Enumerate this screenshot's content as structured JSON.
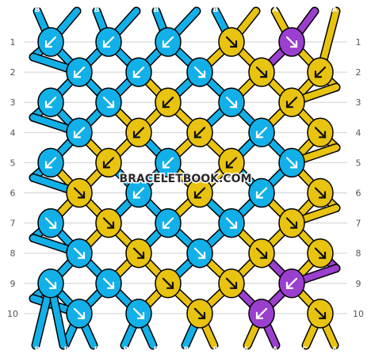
{
  "pattern": {
    "top_strands": [
      "B",
      "B",
      "B",
      "B",
      "B",
      "B",
      "B",
      "A",
      "A",
      "C",
      "A",
      "A"
    ],
    "bottom_strands": [
      "B",
      "B",
      "B",
      "B",
      "B",
      "B",
      "B",
      "A",
      "A",
      "C",
      "A",
      "A"
    ],
    "rows": [
      "1",
      "2",
      "3",
      "4",
      "5",
      "6",
      "7",
      "8",
      "9",
      "10"
    ],
    "knots": [
      [
        {
          "c": "B",
          "d": "sw"
        },
        {
          "c": "B",
          "d": "sw"
        },
        {
          "c": "B",
          "d": "sw"
        },
        {
          "c": "A",
          "d": "se"
        },
        {
          "c": "C",
          "d": "se"
        }
      ],
      [
        {
          "c": "B",
          "d": "sw"
        },
        {
          "c": "B",
          "d": "sw"
        },
        {
          "c": "B",
          "d": "se"
        },
        {
          "c": "A",
          "d": "se"
        },
        {
          "c": "A",
          "d": "sw"
        }
      ],
      [
        {
          "c": "B",
          "d": "sw"
        },
        {
          "c": "B",
          "d": "se"
        },
        {
          "c": "A",
          "d": "sw"
        },
        {
          "c": "B",
          "d": "se"
        },
        {
          "c": "A",
          "d": "sw"
        }
      ],
      [
        {
          "c": "B",
          "d": "sw"
        },
        {
          "c": "A",
          "d": "sw"
        },
        {
          "c": "A",
          "d": "sw"
        },
        {
          "c": "B",
          "d": "sw"
        },
        {
          "c": "A",
          "d": "se"
        }
      ],
      [
        {
          "c": "B",
          "d": "sw"
        },
        {
          "c": "A",
          "d": "sw"
        },
        {
          "c": "B",
          "d": "sw"
        },
        {
          "c": "A",
          "d": "sw"
        },
        {
          "c": "B",
          "d": "se"
        }
      ],
      [
        {
          "c": "A",
          "d": "se"
        },
        {
          "c": "B",
          "d": "sw"
        },
        {
          "c": "A",
          "d": "sw"
        },
        {
          "c": "B",
          "d": "sw"
        },
        {
          "c": "A",
          "d": "se"
        }
      ],
      [
        {
          "c": "B",
          "d": "se"
        },
        {
          "c": "A",
          "d": "se"
        },
        {
          "c": "B",
          "d": "sw"
        },
        {
          "c": "B",
          "d": "se"
        },
        {
          "c": "A",
          "d": "se"
        }
      ],
      [
        {
          "c": "B",
          "d": "se"
        },
        {
          "c": "A",
          "d": "se"
        },
        {
          "c": "B",
          "d": "se"
        },
        {
          "c": "A",
          "d": "se"
        },
        {
          "c": "A",
          "d": "se"
        }
      ],
      [
        {
          "c": "B",
          "d": "se"
        },
        {
          "c": "B",
          "d": "se"
        },
        {
          "c": "A",
          "d": "se"
        },
        {
          "c": "A",
          "d": "se"
        },
        {
          "c": "C",
          "d": "sw"
        }
      ],
      [
        {
          "c": "B",
          "d": "se"
        },
        {
          "c": "B",
          "d": "se"
        },
        {
          "c": "A",
          "d": "se"
        },
        {
          "c": "C",
          "d": "sw"
        },
        {
          "c": "A",
          "d": "se"
        }
      ]
    ],
    "colors": {
      "A": "#e8c310",
      "B": "#12b0e8",
      "C": "#9b3fcf"
    },
    "watermark": "BRACELETBOOK.COM"
  }
}
